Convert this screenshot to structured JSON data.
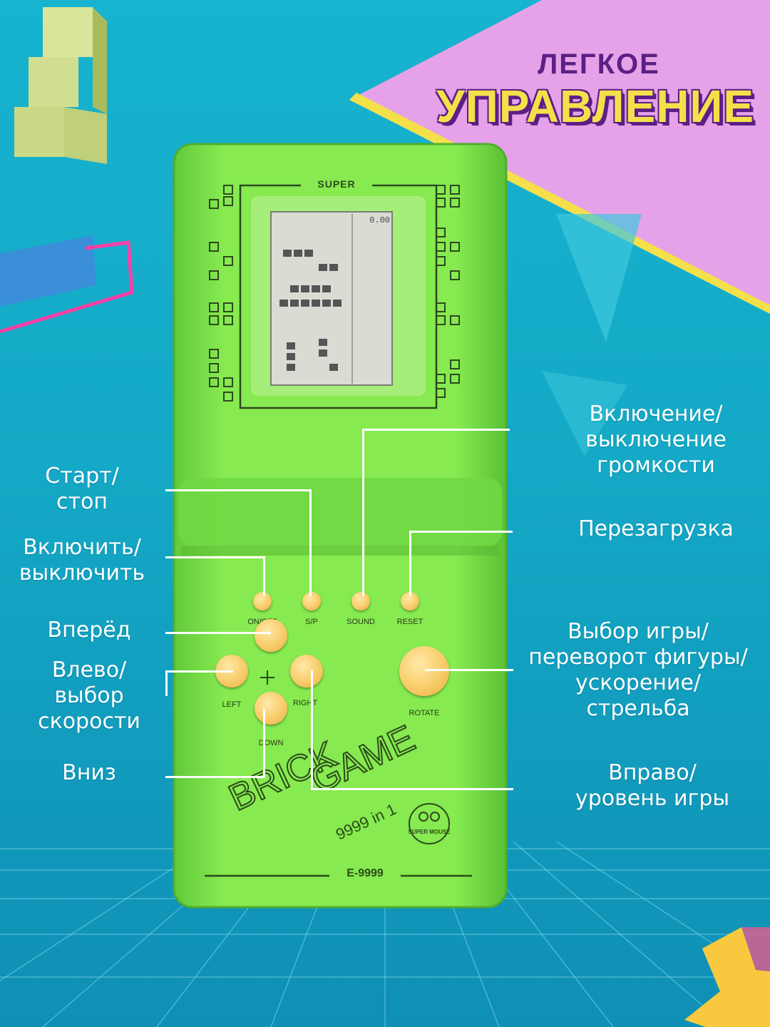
{
  "header": {
    "line1": "ЛЕГКОЕ",
    "line2": "УПРАВЛЕНИЕ"
  },
  "device": {
    "brand_top": "SUPER",
    "score_display": "0.00",
    "model": "E-9999",
    "logo_word1": "BRICK",
    "logo_word2": "GAME",
    "logo_count": "9999 in 1",
    "mascot_text": "SUPER MOUSE",
    "buttons": {
      "on_off": "ON/OFF",
      "sp": "S/P",
      "sound": "SOUND",
      "reset": "RESET",
      "left": "LEFT",
      "right": "RIGHT",
      "down": "DOWN",
      "rotate": "ROTATE"
    }
  },
  "callouts": {
    "start_stop": "Старт/\nстоп",
    "power": "Включить/\nвыключить",
    "forward": "Вперёд",
    "left_speed": "Влево/\nвыбор\nскорости",
    "down": "Вниз",
    "sound_toggle": "Включение/\nвыключение\nгромкости",
    "reset": "Перезагрузка",
    "rotate_select": "Выбор игры/\nпереворот фигуры/\nускорение/\nстрельба",
    "right_level": "Вправо/\nуровень игры"
  },
  "colors": {
    "background": "#17b3cf",
    "banner": "#e6a2e8",
    "header_yellow": "#f4e04a",
    "header_purple": "#5b1f86",
    "device_green": "#7fe24a",
    "key_orange": "#f8cc6a"
  }
}
